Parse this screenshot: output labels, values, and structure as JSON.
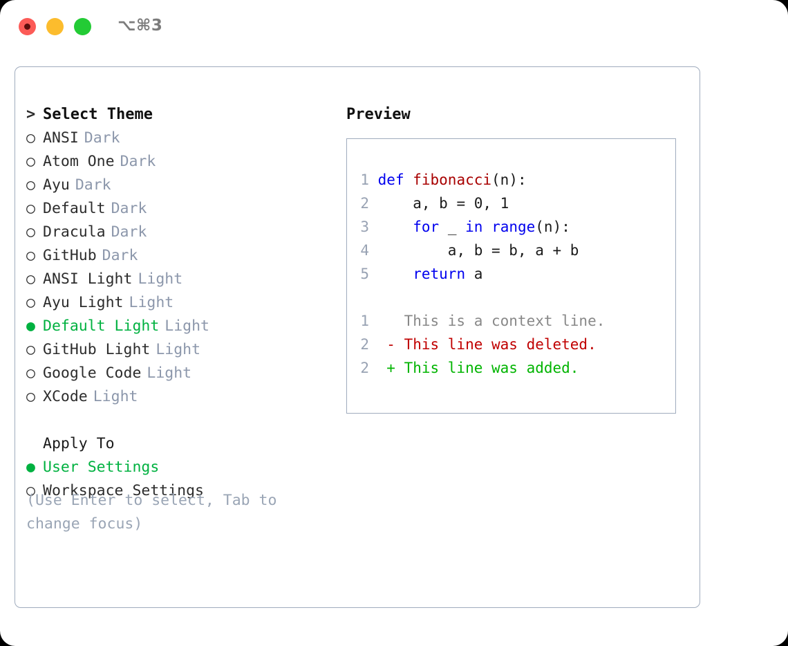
{
  "titlebar": {
    "shortcut": "⌥⌘3",
    "buttons": [
      {
        "name": "close",
        "color": "#fc5b57"
      },
      {
        "name": "minimize",
        "color": "#fcbc2d"
      },
      {
        "name": "maximize",
        "color": "#23cb35"
      }
    ]
  },
  "theme_picker": {
    "heading_marker": ">",
    "heading": "Select Theme",
    "marker_unselected": "○",
    "marker_selected": "●",
    "items": [
      {
        "label": "ANSI",
        "tag": "Dark",
        "selected": false
      },
      {
        "label": "Atom One",
        "tag": "Dark",
        "selected": false
      },
      {
        "label": "Ayu",
        "tag": "Dark",
        "selected": false
      },
      {
        "label": "Default",
        "tag": "Dark",
        "selected": false
      },
      {
        "label": "Dracula",
        "tag": "Dark",
        "selected": false
      },
      {
        "label": "GitHub",
        "tag": "Dark",
        "selected": false
      },
      {
        "label": "ANSI Light",
        "tag": "Light",
        "selected": false
      },
      {
        "label": "Ayu Light",
        "tag": "Light",
        "selected": false
      },
      {
        "label": "Default Light",
        "tag": "Light",
        "selected": true
      },
      {
        "label": "GitHub Light",
        "tag": "Light",
        "selected": false
      },
      {
        "label": "Google Code",
        "tag": "Light",
        "selected": false
      },
      {
        "label": "XCode",
        "tag": "Light",
        "selected": false
      }
    ]
  },
  "apply_to": {
    "label": "Apply To",
    "items": [
      {
        "label": "User Settings",
        "selected": true
      },
      {
        "label": "Workspace Settings",
        "selected": false
      }
    ]
  },
  "help_text": "(Use Enter to select, Tab to change focus)",
  "preview": {
    "title": "Preview",
    "code_lines": [
      {
        "num": "1",
        "tokens": [
          {
            "t": "def ",
            "c": "kw"
          },
          {
            "t": "fibonacci",
            "c": "fn"
          },
          {
            "t": "(n):",
            "c": "pl"
          }
        ]
      },
      {
        "num": "2",
        "tokens": [
          {
            "t": "    a, b = 0, 1",
            "c": "pl"
          }
        ]
      },
      {
        "num": "3",
        "tokens": [
          {
            "t": "    ",
            "c": "pl"
          },
          {
            "t": "for",
            "c": "kw"
          },
          {
            "t": " _ ",
            "c": "pl"
          },
          {
            "t": "in",
            "c": "kw"
          },
          {
            "t": " ",
            "c": "pl"
          },
          {
            "t": "range",
            "c": "kw"
          },
          {
            "t": "(n):",
            "c": "pl"
          }
        ]
      },
      {
        "num": "4",
        "tokens": [
          {
            "t": "        a, b = b, a + b",
            "c": "pl"
          }
        ]
      },
      {
        "num": "5",
        "tokens": [
          {
            "t": "    ",
            "c": "pl"
          },
          {
            "t": "return",
            "c": "kw"
          },
          {
            "t": " a",
            "c": "pl"
          }
        ]
      }
    ],
    "diff_lines": [
      {
        "num": "1",
        "marker": " ",
        "text": "This is a context line.",
        "kind": "ctx"
      },
      {
        "num": "2",
        "marker": "-",
        "text": "This line was deleted.",
        "kind": "del"
      },
      {
        "num": "2",
        "marker": "+",
        "text": "This line was added.",
        "kind": "add"
      }
    ]
  },
  "colors": {
    "accent_green": "#00b140",
    "tag_gray": "#8c97ab",
    "border": "#9fabbd",
    "keyword_blue": "#0000ee",
    "function_red": "#a80000",
    "diff_delete": "#c00000",
    "diff_add": "#00b400",
    "line_number": "#98a2b3"
  }
}
